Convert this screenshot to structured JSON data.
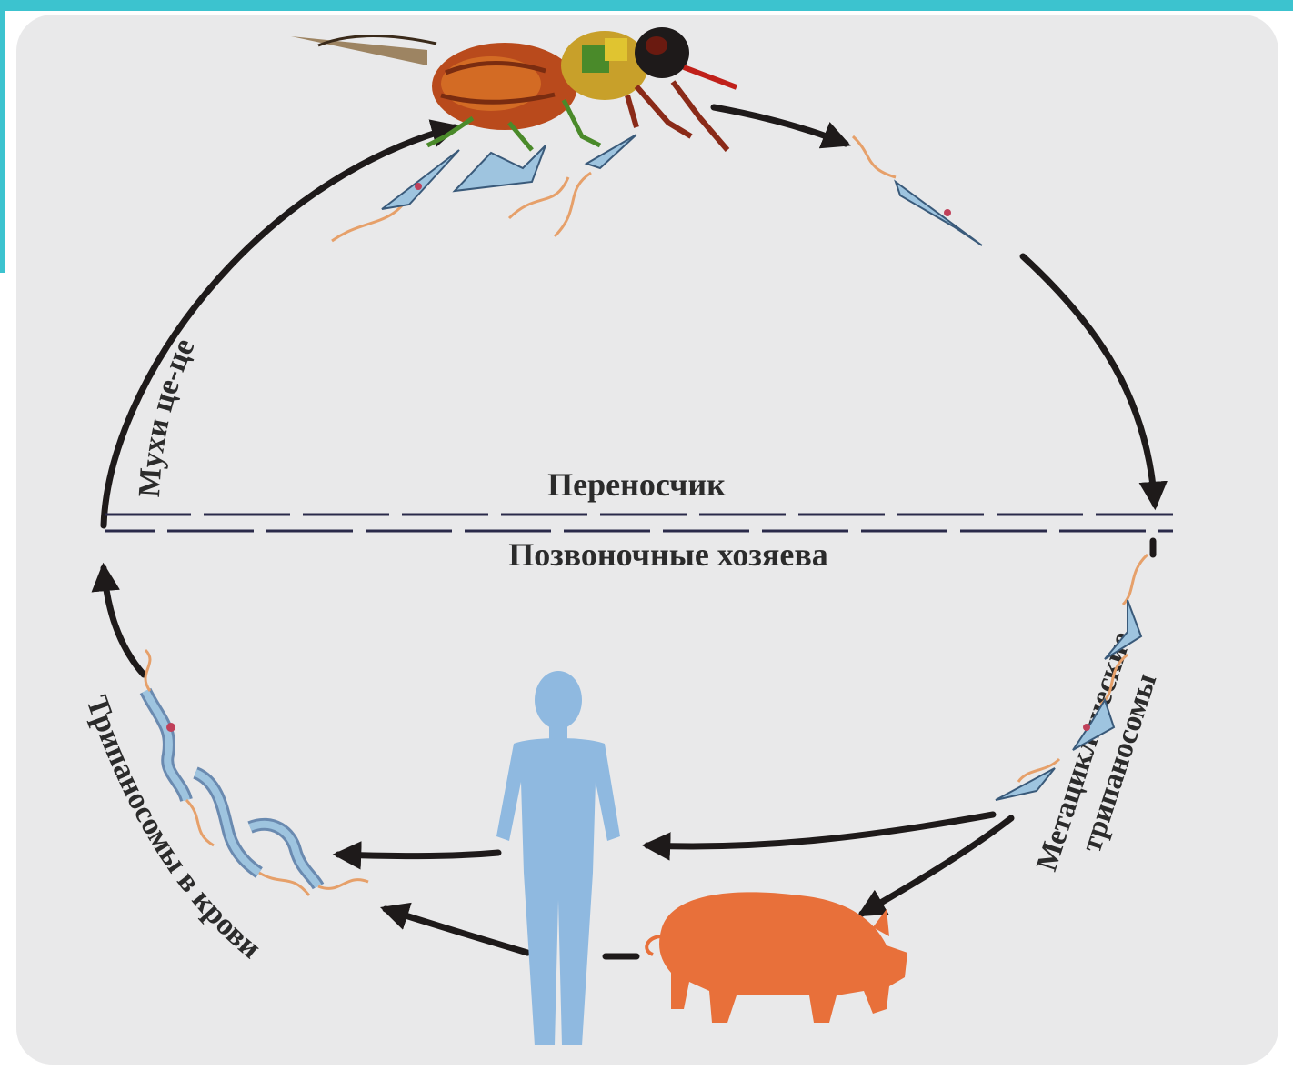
{
  "labels": {
    "vector": "Переносчик",
    "hosts": "Позвоночные хозяева",
    "fly": "Мухи це-це",
    "blood": "Трипаносомы в крови",
    "meta_line1": "Метациклические",
    "meta_line2": "трипаносомы"
  },
  "icons": {
    "fly": "tsetse-fly-icon",
    "human": "human-silhouette-icon",
    "pig": "pig-silhouette-icon"
  },
  "colors": {
    "frame": "#3cc3cf",
    "panel": "#e9e9ea",
    "arrow": "#1e1a1a",
    "human": "#8fb9e0",
    "pig": "#e8703a",
    "parasite_body": "#9ec4df",
    "flagellum": "#e6a06a"
  }
}
